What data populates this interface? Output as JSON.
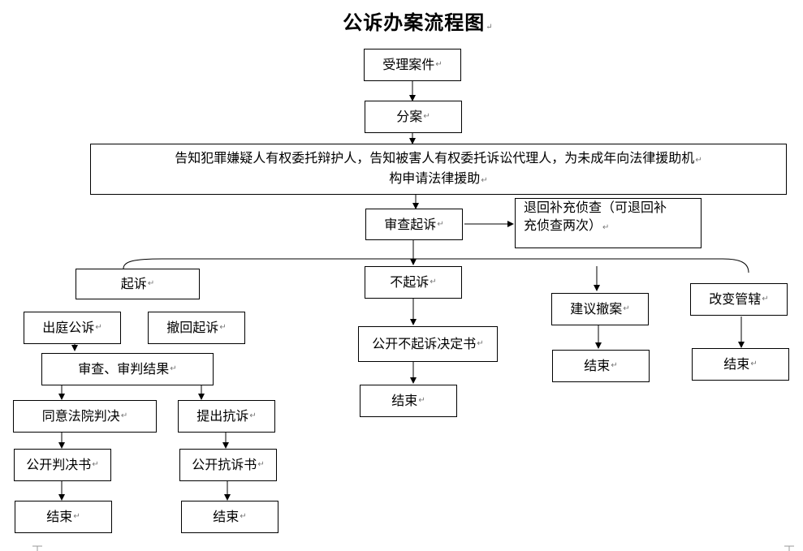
{
  "title": "公诉办案流程图",
  "paragraph_mark": "↵",
  "nodes": {
    "accept_case": "受理案件",
    "assign_case": "分案",
    "notify_line1": "告知犯罪嫌疑人有权委托辩护人，告知被害人有权委托诉讼代理人，为未成年向法律援助机",
    "notify_line2": "构申请法律援助",
    "review_prosecution": "审查起诉",
    "return_investigation_line1": "退回补充侦查（可退回补",
    "return_investigation_line2": "充侦查两次）",
    "prosecute": "起诉",
    "no_prosecution": "不起诉",
    "suggest_withdraw": "建议撤案",
    "change_jurisdiction": "改变管辖",
    "public_prosecution": "出庭公诉",
    "withdraw_prosecution": "撤回起诉",
    "review_trial_result": "审查、审判结果",
    "agree_verdict": "同意法院判决",
    "file_protest": "提出抗诉",
    "public_verdict": "公开判决书",
    "public_protest": "公开抗诉书",
    "public_no_prosecution": "公开不起诉决定书",
    "end": "结束"
  }
}
